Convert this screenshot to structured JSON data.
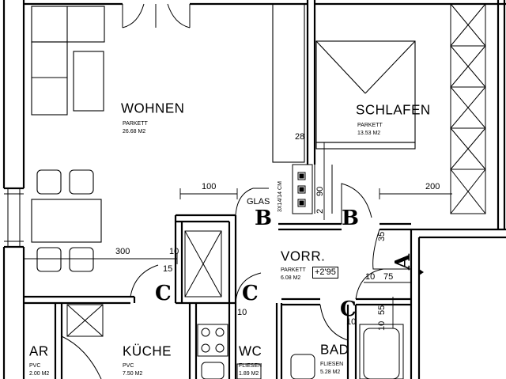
{
  "rooms": {
    "wohnen": {
      "name": "WOHNEN",
      "floor": "PARKETT",
      "area": "26.68 M2"
    },
    "schlafen": {
      "name": "SCHLAFEN",
      "floor": "PARKETT",
      "area": "13.53 M2"
    },
    "vorr": {
      "name": "VORR.",
      "floor": "PARKETT",
      "area": "6.08 M2"
    },
    "ar": {
      "name": "AR",
      "floor": "PVC",
      "area": "2.00 M2"
    },
    "kueche": {
      "name": "KÜCHE",
      "floor": "PVC",
      "area": "7.50 M2"
    },
    "wc": {
      "name": "WC",
      "floor": "FLIESEN",
      "area": "1.89 M2"
    },
    "bad": {
      "name": "BAD",
      "floor": "FLIESEN",
      "area": "5.28 M2"
    }
  },
  "door_labels": {
    "b": "B",
    "c": "C",
    "a": "A"
  },
  "notes": {
    "glas": "GLAS",
    "level": "+2'95",
    "shaft": "3X14/14 CM"
  },
  "dimensions": {
    "d100": "100",
    "d200": "200",
    "d300": "300",
    "d28": "28",
    "d90": "90",
    "d2": "2",
    "d10a": "10",
    "d15": "15",
    "d35": "35",
    "d10b": "10",
    "d75": "75",
    "d10c": "10",
    "d10d": "10",
    "d55": "55",
    "d10e": "10"
  }
}
